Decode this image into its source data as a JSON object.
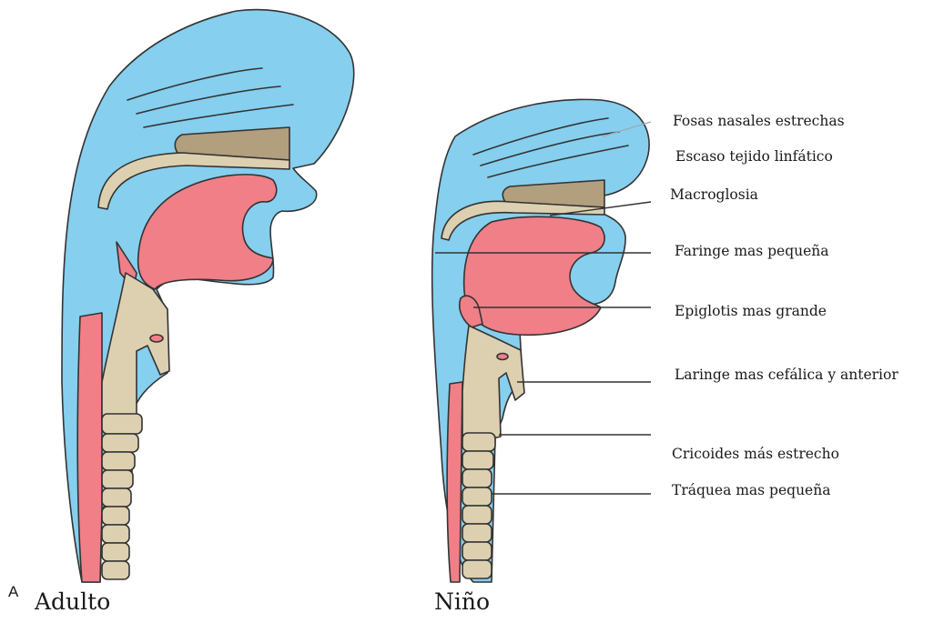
{
  "panel_letter": "A",
  "captions": {
    "adult": "Adulto",
    "child": "Niño"
  },
  "labels": [
    "Fosas nasales estrechas",
    "Escaso tejido linfático",
    "Macroglosia",
    "Faringe mas pequeña",
    "Epiglotis mas grande",
    "Laringe mas cefálica y anterior",
    "Cricoides más estrecho",
    "Tráquea mas pequeña"
  ],
  "colors": {
    "airway_blue": "#86cfee",
    "tongue_pink": "#f07f88",
    "tissue_brown": "#b19f7d",
    "cartilage_beige": "#ddd0b0",
    "outline": "#333333"
  }
}
